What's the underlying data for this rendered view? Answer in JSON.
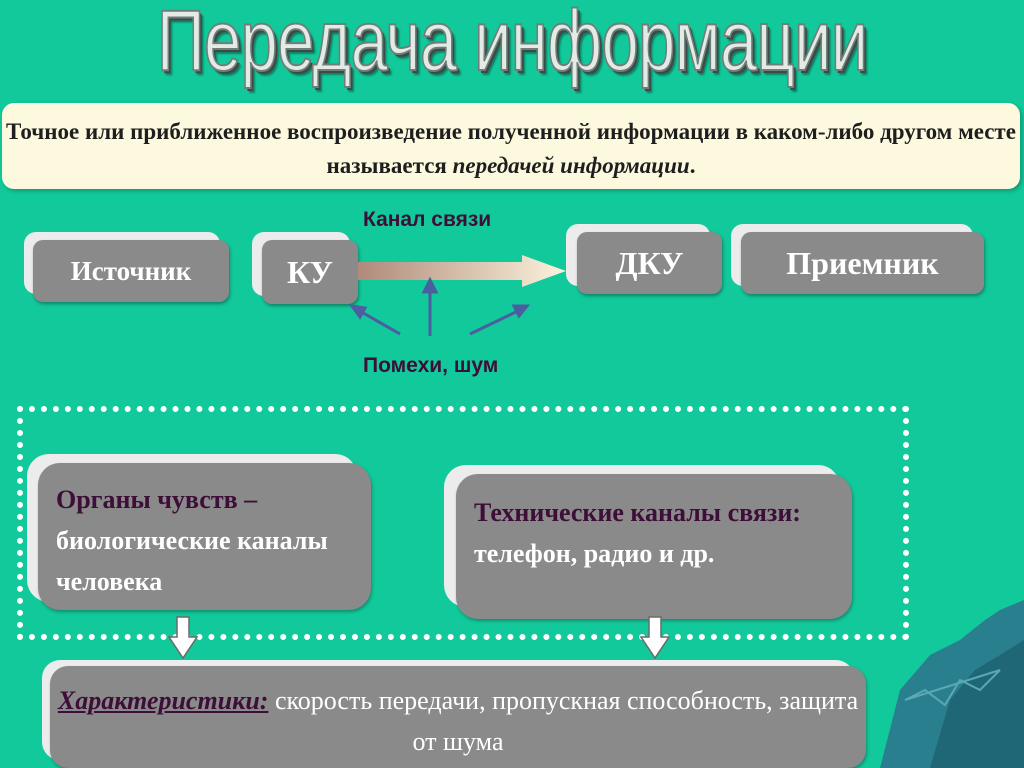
{
  "title": "Передача информации",
  "definition": {
    "text": "Точное или приближенное воспроизведение полученной информации в каком-либо другом месте называется ",
    "emphasis": "передачей информации",
    "end": "."
  },
  "diagram": {
    "source": "Источник",
    "encoder": "КУ",
    "decoder": "ДКУ",
    "receiver": "Приемник",
    "channel_label": "Канал связи",
    "noise_label": "Помехи, шум"
  },
  "biological": {
    "title": "Органы чувств",
    "dash": " –",
    "text": "биологические каналы человека"
  },
  "technical": {
    "title": "Технические каналы связи:",
    "text": " телефон, радио и др."
  },
  "characteristics": {
    "title": "Характеристики:",
    "text": " скорость передачи, пропускная способность, защита от шума"
  },
  "colors": {
    "background": "#12c99b",
    "box": "#8a8a8a",
    "accent_text": "#3d0e38"
  }
}
